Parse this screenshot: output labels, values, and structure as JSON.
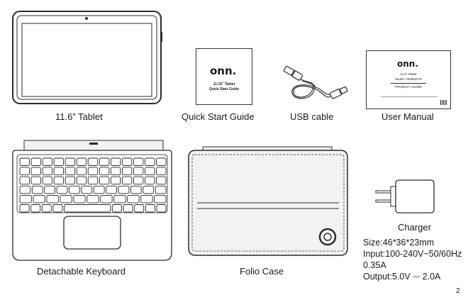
{
  "items": {
    "tablet": {
      "label": "11.6” Tablet"
    },
    "quick_start_guide": {
      "label": "Quick Start Guide",
      "cover_brand": "onn.",
      "cover_line1": "11.16” Tablet",
      "cover_line2": "Quick Start Guide"
    },
    "usb_cable": {
      "label": "USB cable"
    },
    "user_manual": {
      "label": "User Manual",
      "cover_brand": "onn.",
      "cover_line1": "11.6” Tablet",
      "cover_line2": "Model: 100062279",
      "cover_line3": "PRODUCT GUIDE"
    },
    "keyboard": {
      "label": "Detachable Keyboard"
    },
    "folio_case": {
      "label": "Folio Case"
    },
    "charger": {
      "label": "Charger",
      "size": "Size:46*36*23mm",
      "input": "Input:100-240V~50/60Hz",
      "input_current": "0.35A",
      "output_prefix": "Output:5.0V",
      "output_symbol": "⎓",
      "output_current": "2.0A"
    }
  },
  "page_number": "2",
  "colors": {
    "line": "#2b2b2b",
    "fill_light": "#f2f2f2",
    "fill_mid": "#d9d9d9"
  }
}
